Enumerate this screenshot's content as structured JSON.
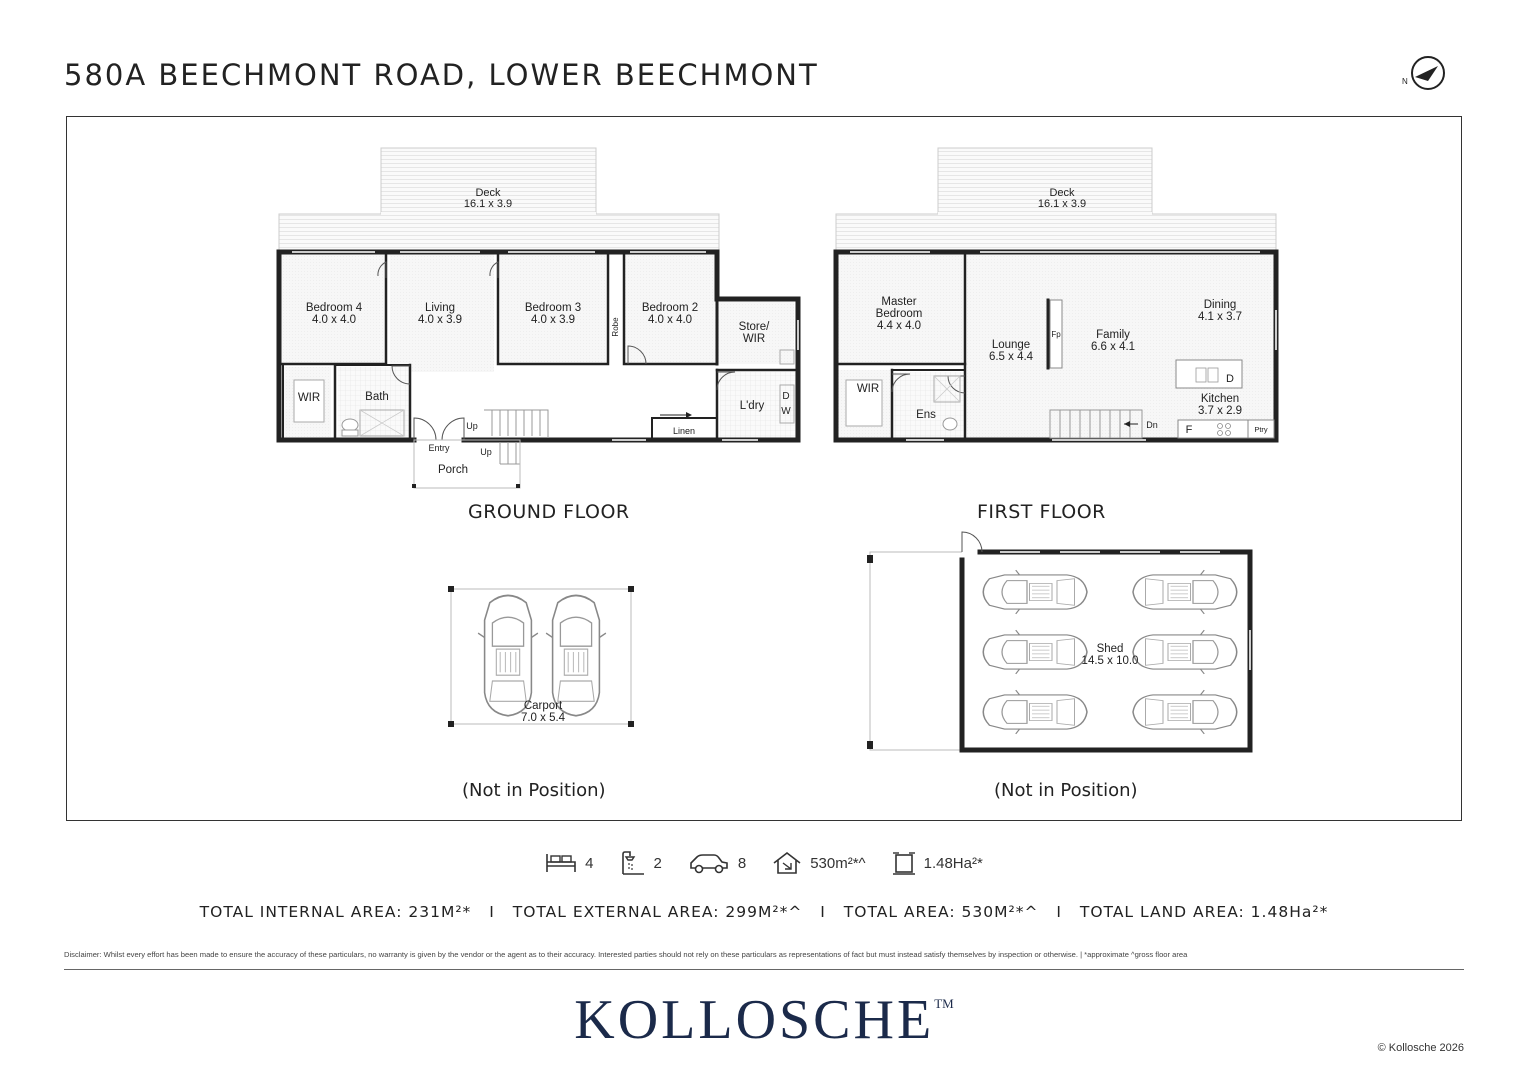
{
  "header": {
    "title": "580A BEECHMONT ROAD, LOWER BEECHMONT",
    "north_label": "N"
  },
  "ground_floor": {
    "label": "GROUND FLOOR",
    "deck": {
      "name": "Deck",
      "dims": "16.1 x 3.9"
    },
    "rooms": {
      "bedroom4": {
        "name": "Bedroom 4",
        "dims": "4.0 x 4.0"
      },
      "living": {
        "name": "Living",
        "dims": "4.0 x 3.9"
      },
      "bedroom3": {
        "name": "Bedroom 3",
        "dims": "4.0 x 3.9"
      },
      "bedroom2": {
        "name": "Bedroom 2",
        "dims": "4.0 x 4.0"
      },
      "robe": "Robe",
      "store": {
        "line1": "Store/",
        "line2": "WIR"
      },
      "wir": "WIR",
      "bath": "Bath",
      "laundry": "L'dry",
      "d": "D",
      "w": "W",
      "linen": "Linen",
      "up1": "Up",
      "up2": "Up",
      "entry": "Entry",
      "porch": "Porch"
    }
  },
  "first_floor": {
    "label": "FIRST FLOOR",
    "deck": {
      "name": "Deck",
      "dims": "16.1 x 3.9"
    },
    "rooms": {
      "master": {
        "line1": "Master",
        "line2": "Bedroom",
        "dims": "4.4 x 4.0"
      },
      "lounge": {
        "name": "Lounge",
        "dims": "6.5 x 4.4"
      },
      "family": {
        "name": "Family",
        "dims": "6.6 x 4.1"
      },
      "dining": {
        "name": "Dining",
        "dims": "4.1 x 3.7"
      },
      "kitchen": {
        "name": "Kitchen",
        "dims": "3.7 x 2.9"
      },
      "fp": "Fp",
      "wir": "WIR",
      "ens": "Ens",
      "dn": "Dn",
      "f": "F",
      "d": "D",
      "ptry": "Ptry"
    }
  },
  "carport": {
    "name": "Carport",
    "dims": "7.0 x 5.4",
    "note": "(Not in Position)"
  },
  "shed": {
    "name": "Shed",
    "dims": "14.5 x 10.0",
    "note": "(Not in Position)"
  },
  "stats": {
    "bedrooms": "4",
    "bathrooms": "2",
    "cars": "8",
    "house_area": "530m²*^",
    "land_area": "1.48Ha²*"
  },
  "areas": {
    "internal": "TOTAL INTERNAL AREA: 231M²*",
    "external": "TOTAL EXTERNAL AREA: 299M²*^",
    "total": "TOTAL  AREA: 530M²*^",
    "land": "TOTAL LAND AREA: 1.48Ha²*",
    "separator": "I"
  },
  "disclaimer": "Disclaimer: Whilst every effort has been made to ensure the accuracy of these particulars, no warranty is given by the vendor or the agent as to their accuracy. Interested parties should not rely on these particulars as representations of fact but must instead satisfy themselves by inspection or otherwise.  |  *approximate ^gross floor area",
  "brand": {
    "name": "KOLLOSCHE",
    "tm": "TM",
    "color": "#1b2a4a"
  },
  "copyright": "© Kollosche 2026"
}
